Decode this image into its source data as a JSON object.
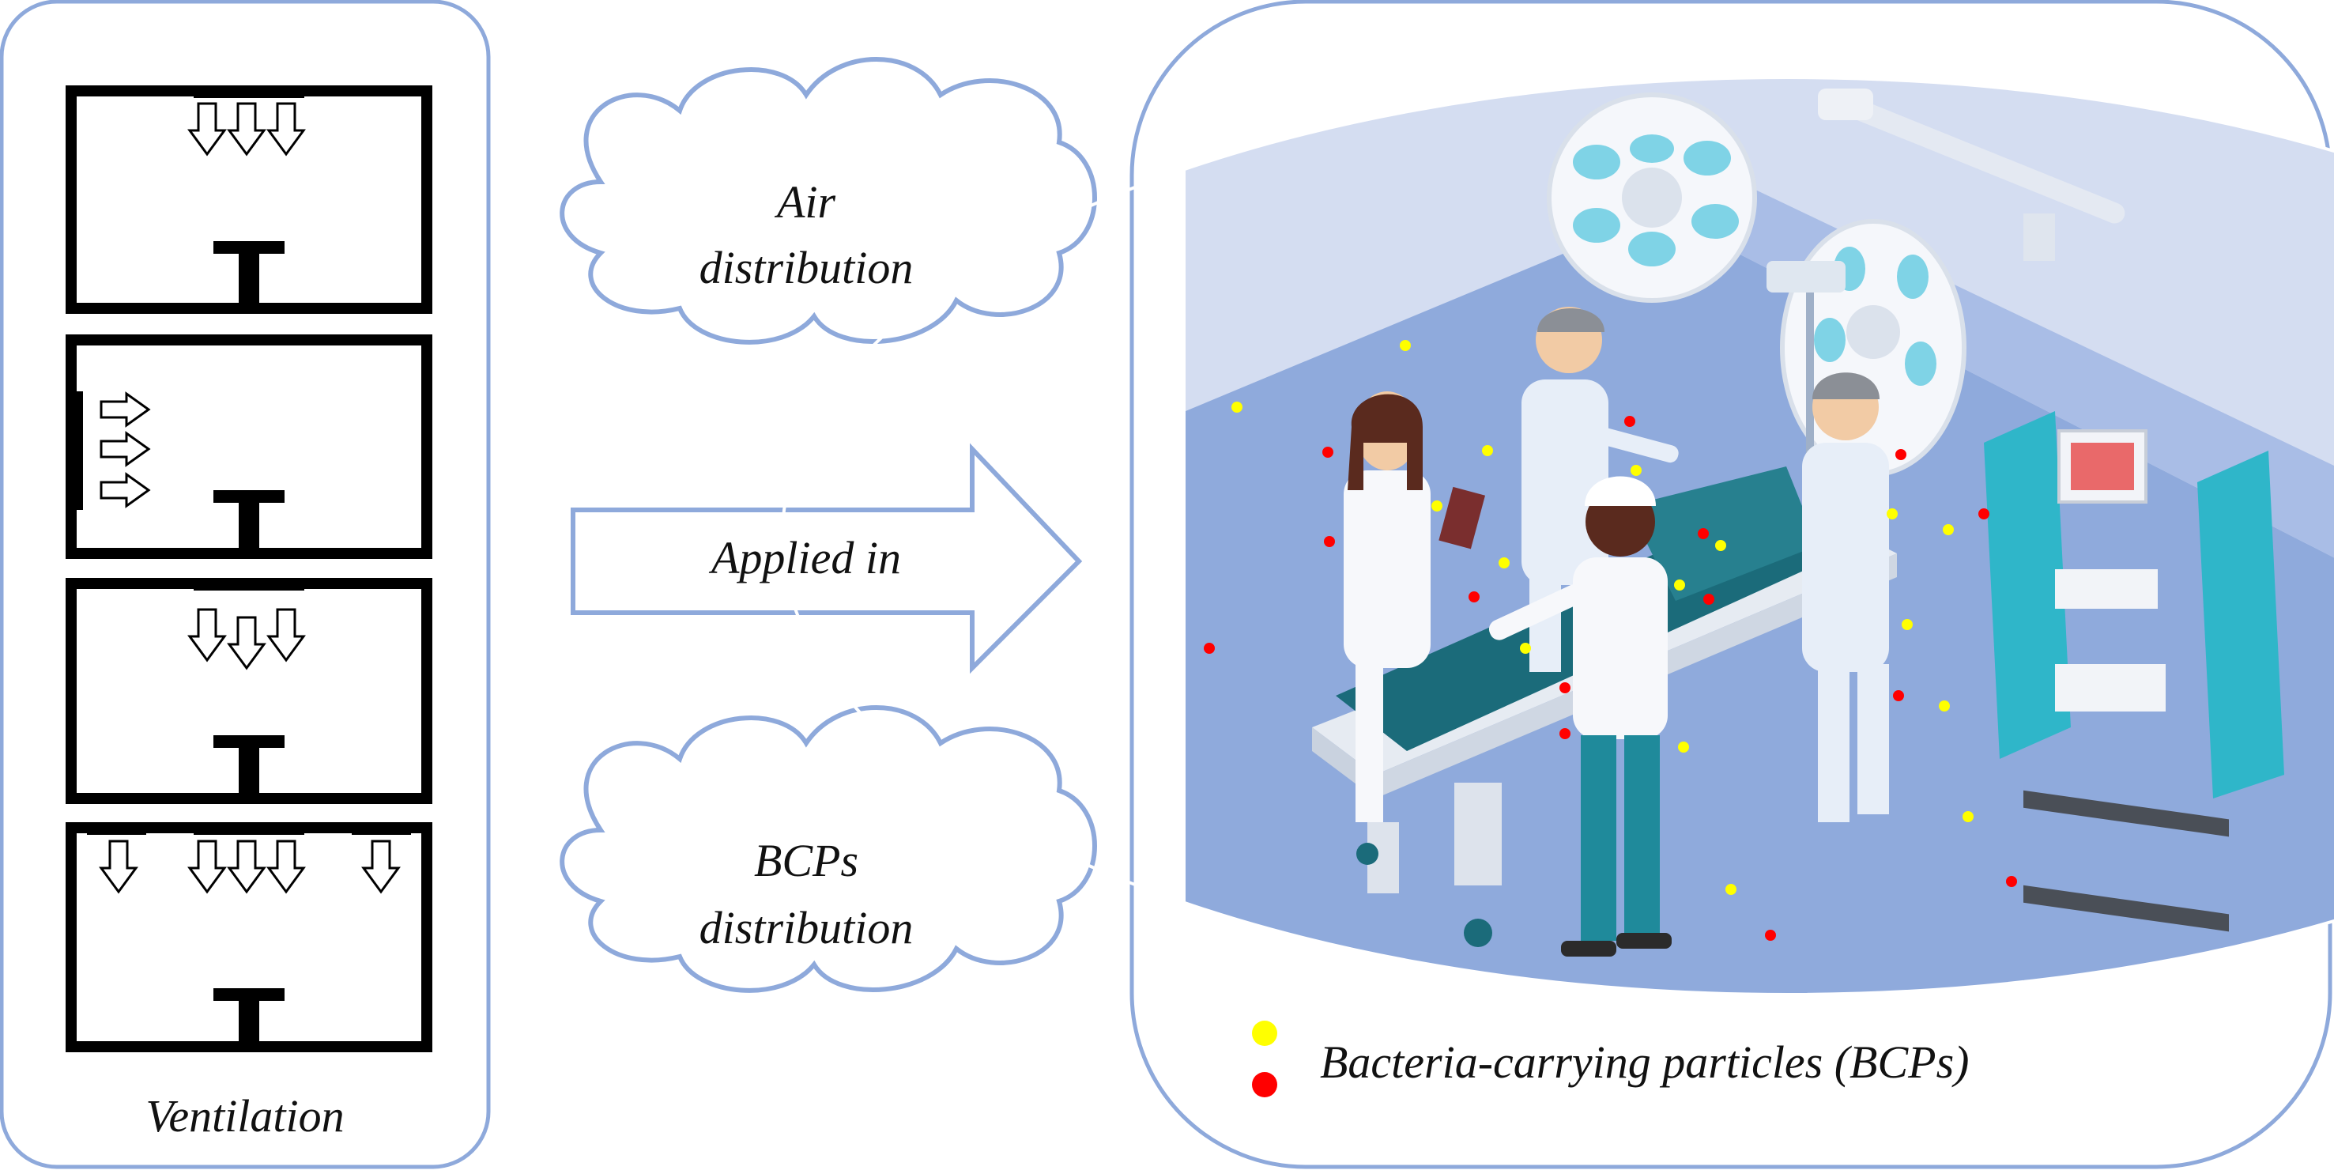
{
  "left_panel": {
    "caption": "Ventilation"
  },
  "clouds": {
    "top": {
      "line1": "Air",
      "line2": "distribution"
    },
    "bottom": {
      "line1": "BCPs",
      "line2": "distribution"
    }
  },
  "arrow": {
    "label": "Applied in"
  },
  "legend": {
    "text": "Bacteria-carrying particles (BCPs)"
  },
  "colors": {
    "panel_border": "#8ea9db",
    "room_wall": "#000000",
    "bcp_yellow": "#ffff00",
    "bcp_red": "#ff0000",
    "circle_bg": "#8faadc",
    "scrubs": "#1f8a9b"
  }
}
